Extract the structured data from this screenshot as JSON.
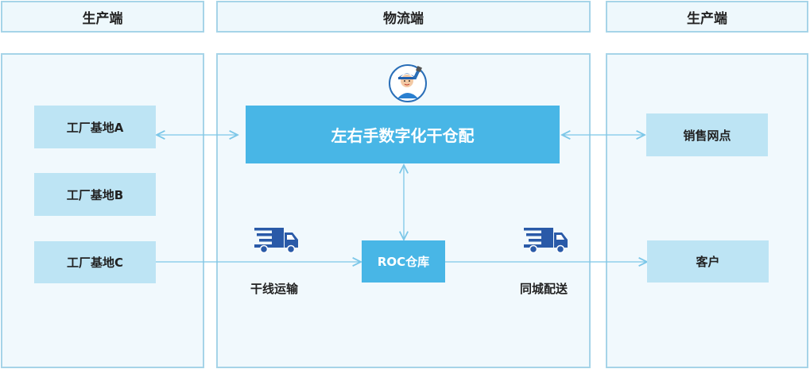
{
  "columns": {
    "left_title": "生产端",
    "middle_title": "物流端",
    "right_title": "生产端"
  },
  "factories": [
    "工厂基地A",
    "工厂基地B",
    "工厂基地C"
  ],
  "center": {
    "platform": "左右手数字化干仓配",
    "warehouse": "ROC仓库",
    "trunk_transport": "干线运输",
    "city_delivery": "同城配送"
  },
  "destinations": {
    "sales_point": "销售网点",
    "customer": "客户"
  },
  "colors": {
    "header_border": "#a6d4e8",
    "panel_bg": "#f1f9fd",
    "box_light": "#bde4f4",
    "box_dark": "#48b6e6",
    "arrow": "#7cc7e8",
    "truck": "#2a5aa8"
  },
  "icons": [
    "worker-mascot-icon",
    "truck-icon",
    "truck-icon"
  ]
}
